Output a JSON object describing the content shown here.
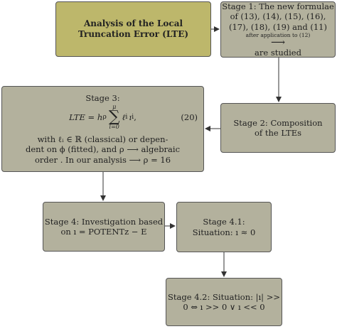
{
  "nodes": {
    "analysis": {
      "lines": [
        "Analysis of the Local",
        "Truncation Error (LTE)"
      ]
    },
    "stage1": {
      "lines": [
        "Stage 1: The new formulae",
        "of (13), (14), (15), (16),",
        "(17), (18), (19) and (11)"
      ],
      "arrow_label": "after  application to  (12)",
      "arrow": "⟶",
      "last": "are studied"
    },
    "stage2": {
      "lines": [
        "Stage 2: Composition",
        "of the LTEs"
      ]
    },
    "stage3": {
      "title": "Stage 3:",
      "equation": {
        "lhs": "LTE = h",
        "exp": "ρ",
        "upper": "μ",
        "lower": "i=0",
        "term": "ℓ",
        "term_sub": "i",
        "var": "ı",
        "var_sup": "i",
        "punct": ",",
        "number": "(20)"
      },
      "lines": [
        "with ℓᵢ  ∈  ℝ (classical) or depen-",
        "dent on ϕ (fitted), and ρ  ⟶ algebraic",
        "order . In our analysis ⟶ ρ  =  16"
      ]
    },
    "stage4": {
      "lines": [
        "Stage 4: Investigation based",
        "on ı = POTENTz − E"
      ]
    },
    "stage41": {
      "lines": [
        "Stage 4.1:",
        "Situation: ı ≈ 0"
      ]
    },
    "stage42": {
      "lines": [
        "Stage 4.2: Situation: |ı| >>",
        "0 ⇔ ı >> 0 ∨ ı << 0"
      ]
    }
  }
}
